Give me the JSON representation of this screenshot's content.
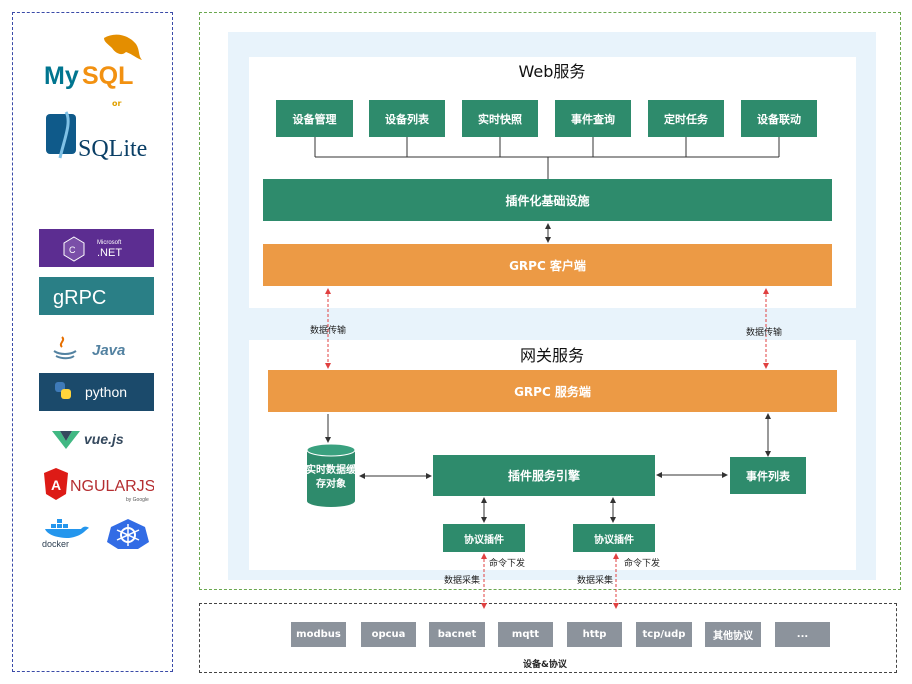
{
  "tech": {
    "mysql_logo": "MySQL",
    "or_text": "or",
    "sqlite_logo": "SQLite",
    "dotnet_logo": "Microsoft .NET",
    "grpc_logo": "gRPC",
    "java_logo": "Java",
    "python_logo": "python",
    "vue_logo": "vue.js",
    "angular_logo": "ANGULARJS",
    "docker_logo": "docker",
    "k8s_logo": "kubernetes"
  },
  "web": {
    "title": "Web服务",
    "modules": [
      "设备管理",
      "设备列表",
      "实时快照",
      "事件查询",
      "定时任务",
      "设备联动"
    ],
    "infra": "插件化基础设施",
    "grpc_client": "GRPC 客户端"
  },
  "transfer_label": "数据传输",
  "gateway": {
    "title": "网关服务",
    "grpc_server": "GRPC 服务端",
    "cache": "实时数据缓存对象",
    "engine": "插件服务引擎",
    "events": "事件列表",
    "plugin": "协议插件",
    "collect": "数据采集",
    "command": "命令下发"
  },
  "devices": {
    "protocols": [
      "modbus",
      "opcua",
      "bacnet",
      "mqtt",
      "http",
      "tcp/udp",
      "其他协议",
      "..."
    ],
    "caption": "设备&协议"
  },
  "colors": {
    "teal": "#2e8b6c",
    "orange": "#ec9a45",
    "grey": "#8c939c",
    "panel_bg": "#e8f3fb"
  }
}
